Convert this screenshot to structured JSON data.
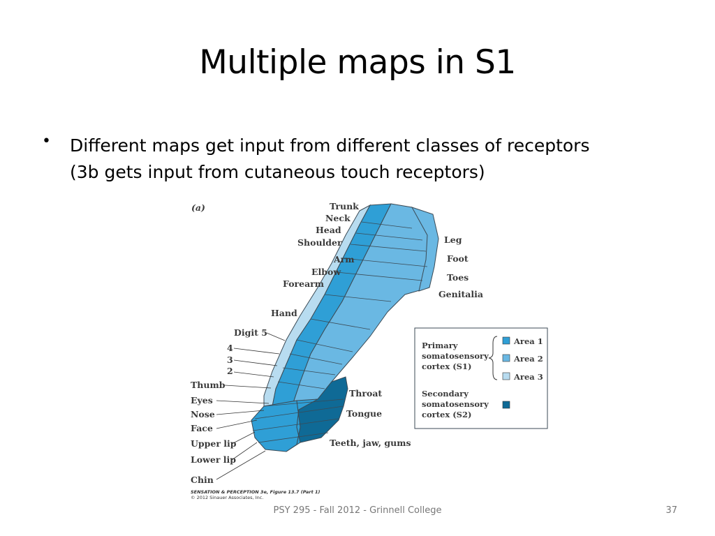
{
  "slide": {
    "title": "Multiple maps in S1",
    "bullet_line1": "Different maps get input from different classes of receptors",
    "bullet_line2": "(3b gets input from cutaneous touch receptors)",
    "footer": "PSY 295 - Fall 2012 - Grinnell College",
    "page_number": "37"
  },
  "figure": {
    "panel_label": "(a)",
    "body_labels": {
      "trunk": "Trunk",
      "neck": "Neck",
      "head": "Head",
      "shoulder": "Shoulder",
      "arm": "Arm",
      "elbow": "Elbow",
      "forearm": "Forearm",
      "hand": "Hand",
      "digit5": "Digit 5",
      "d4": "4",
      "d3": "3",
      "d2": "2",
      "thumb": "Thumb",
      "eyes": "Eyes",
      "nose": "Nose",
      "face": "Face",
      "upper_lip": "Upper lip",
      "lower_lip": "Lower lip",
      "chin": "Chin",
      "leg": "Leg",
      "foot": "Foot",
      "toes": "Toes",
      "genitalia": "Genitalia",
      "throat": "Throat",
      "tongue": "Tongue",
      "teeth": "Teeth, jaw, gums"
    },
    "legend": {
      "primary_line1": "Primary",
      "primary_line2": "somatosensory",
      "primary_line3": "cortex (S1)",
      "area1": "Area 1",
      "area2": "Area 2",
      "area3": "Area 3",
      "secondary_line1": "Secondary",
      "secondary_line2": "somatosensory",
      "secondary_line3": "cortex (S2)"
    },
    "credit_line1": "SENSATION & PERCEPTION 3e, Figure 13.7 (Part 1)",
    "credit_line2": "© 2012 Sinauer Associates, Inc.",
    "colors": {
      "area1": "#2f9fd6",
      "area2": "#6ab8e3",
      "area3": "#b8dcf0",
      "s2": "#0f6a96",
      "outline": "#3b4a55"
    }
  }
}
